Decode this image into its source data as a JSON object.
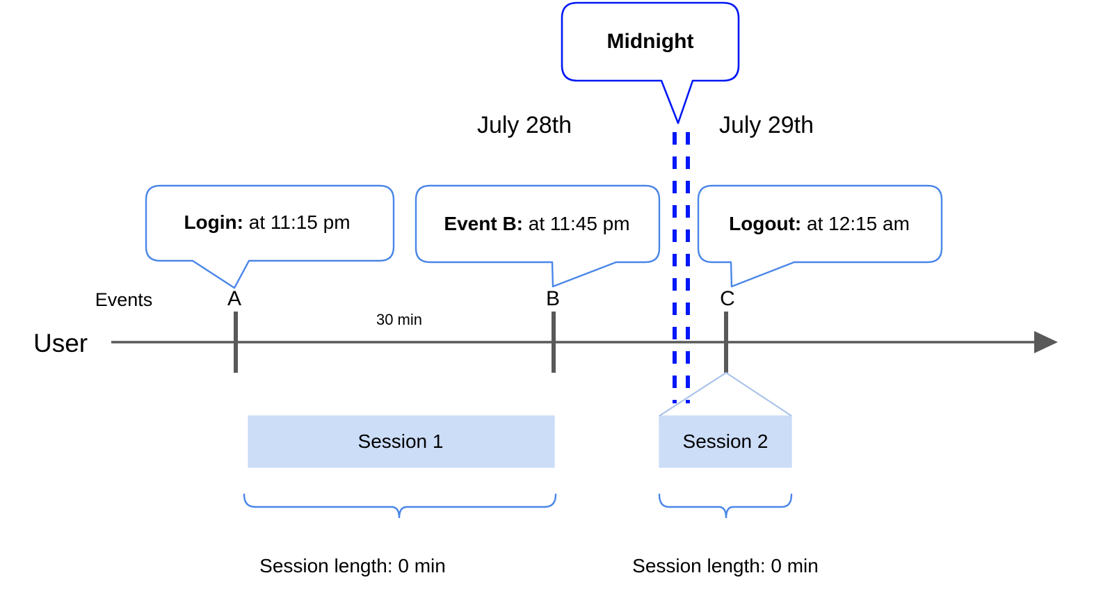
{
  "diagram": {
    "title_callout": {
      "label": "Midnight",
      "border_color": "#0018F5"
    },
    "dates": [
      {
        "label": "July 28th"
      },
      {
        "label": "July 29th"
      }
    ],
    "midnight_divider": {
      "name": "midnight-dashed-lines",
      "color": "#0018F5",
      "style": "double-dashed-vertical"
    },
    "axis": {
      "row_label": "User",
      "events_label": "Events",
      "color": "#595959",
      "arrow": "right-arrow"
    },
    "events": [
      {
        "marker": "A",
        "callout_bold": "Login:",
        "callout_rest": " at 11:15 pm"
      },
      {
        "marker": "B",
        "callout_bold": "Event B:",
        "callout_rest": " at 11:45 pm"
      },
      {
        "marker": "C",
        "callout_bold": "Logout:",
        "callout_rest": " at 12:15 am"
      }
    ],
    "interval_label": "30 min",
    "sessions": [
      {
        "name": "Session 1",
        "length_label": "Session length: 0 min",
        "fill": "#CCDDF8"
      },
      {
        "name": "Session 2",
        "length_label": "Session length: 0 min",
        "fill": "#CCDDF8"
      }
    ],
    "colors": {
      "callout_border": "#4A86E8",
      "brace": "#4A86E8",
      "session_fill": "#CCDDF8",
      "session_edge": "#A8C3EA",
      "axis_gray": "#595959",
      "midnight_blue": "#0018F5"
    }
  }
}
